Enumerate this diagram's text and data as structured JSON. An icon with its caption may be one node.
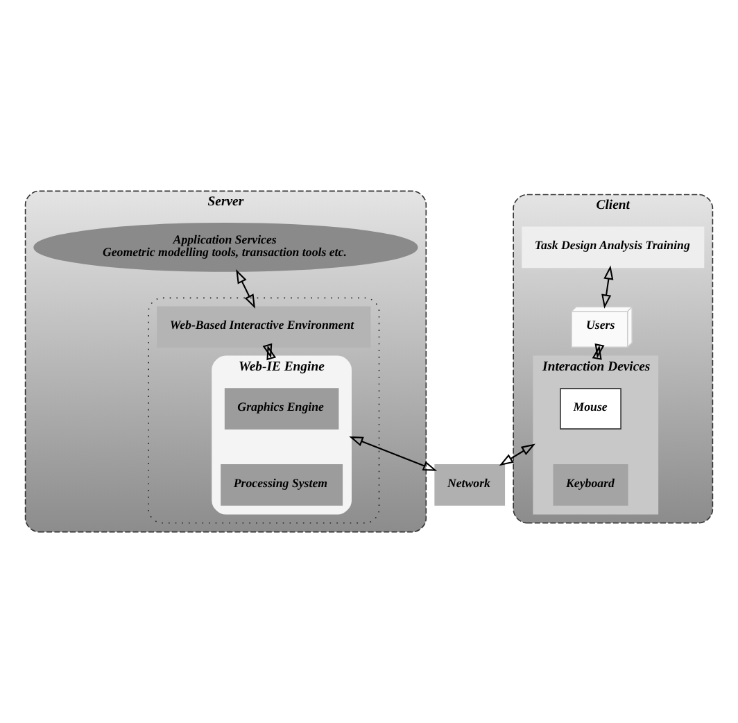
{
  "diagram": {
    "nodes": [
      {
        "text": [
          "Server"
        ]
      },
      {
        "text": [
          "Application Services",
          "Geometric modelling tools, transaction tools etc."
        ],
        "in": 0
      },
      {
        "text": [],
        "shape": "box",
        "in": 0
      },
      {
        "text": [
          "Web-Based Interactive Environment"
        ],
        "in": 2
      },
      {
        "text": [
          "Web-IE Engine"
        ],
        "in": 2
      },
      {
        "text": [
          "Graphics Engine"
        ],
        "in": 4
      },
      {
        "text": [
          "Processing System"
        ],
        "in": 4
      },
      {
        "text": [
          "Client"
        ]
      },
      {
        "text": [
          "Task Design Analysis Training"
        ],
        "in": 7
      },
      {
        "text": [
          "Users"
        ],
        "in": 7
      },
      {
        "text": [
          "Interaction Devices"
        ],
        "in": 7
      },
      {
        "text": [
          "Mouse"
        ],
        "in": 10
      },
      {
        "text": [
          "Keyboard"
        ],
        "in": 10
      },
      {
        "text": [
          "Network"
        ]
      }
    ],
    "edges": [
      {
        "from": 1,
        "to": 3,
        "arrow": "both"
      },
      {
        "from": 3,
        "to": 4,
        "arrow": "both"
      },
      {
        "from": 4,
        "to": 13,
        "arrow": "both"
      },
      {
        "from": 8,
        "to": 9,
        "arrow": "both"
      },
      {
        "from": 9,
        "to": 10,
        "arrow": "both"
      },
      {
        "from": 10,
        "to": 13,
        "arrow": "both"
      }
    ]
  }
}
